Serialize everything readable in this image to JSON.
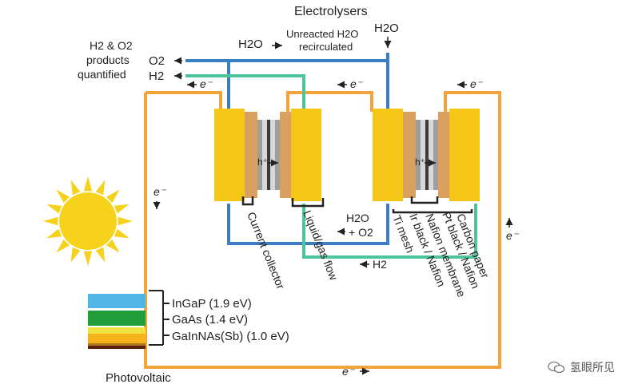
{
  "title": "Electrolysers",
  "labels": {
    "h2o_in": "H2O",
    "h2o_top_right": "H2O",
    "unreacted_line1": "Unreacted H2O",
    "unreacted_line2": "recirculated",
    "products_line1": "H2 & O2",
    "products_line2": "products",
    "products_line3": "quantified",
    "o2_out": "O2",
    "h2_out": "H2",
    "electron": "e⁻",
    "hole": "h⁺",
    "h2o_o2_line1": "H2O",
    "h2o_o2_line2": "+ O2",
    "h2_return": "H2",
    "photovoltaic": "Photovoltaic"
  },
  "components": [
    "Current collector",
    "Liquid/gas flow",
    "Ti mesh",
    "Ir black / Nafion",
    "Nafion membrane",
    "Pt black / Nafion",
    "Carbon paper"
  ],
  "pv_layers": [
    {
      "name": "InGaP (1.9 eV)",
      "color": "#4fb6e6"
    },
    {
      "name": "GaAs (1.4 eV)",
      "color": "#1f9e3a"
    },
    {
      "name": "GaInNAs(Sb) (1.0 eV)",
      "color": "#f6b21b"
    }
  ],
  "colors": {
    "wire": "#f2a33a",
    "water_line": "#3a7fc4",
    "hydrogen_line": "#4ec49a",
    "electrode": "#f5c518",
    "sun": "#f7d21c"
  },
  "watermark": "氢眼所见"
}
